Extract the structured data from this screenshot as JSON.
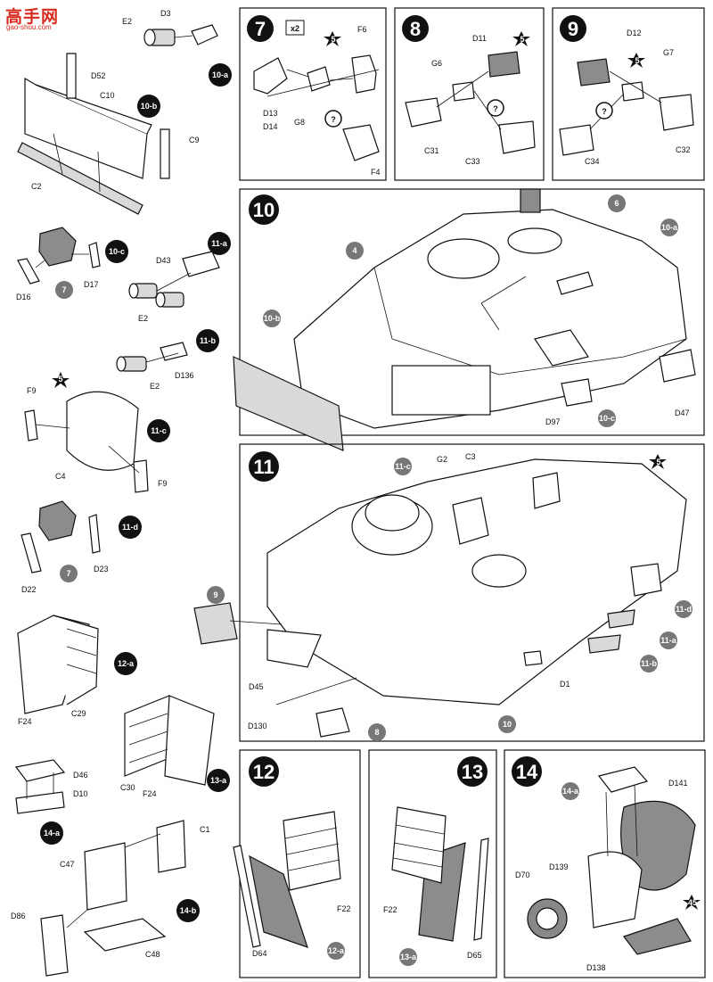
{
  "watermark": {
    "site": "高手网",
    "url": "gao-shou.com"
  },
  "steps": [
    {
      "number": "7"
    },
    {
      "number": "8"
    },
    {
      "number": "9"
    },
    {
      "number": "10"
    },
    {
      "number": "11"
    },
    {
      "number": "12"
    },
    {
      "number": "13"
    },
    {
      "number": "14"
    }
  ],
  "multiplier": "x2",
  "subassemblies": [
    "10-a",
    "10-b",
    "10-c",
    "11-a",
    "11-b",
    "11-c",
    "11-d",
    "12-a",
    "13-a",
    "14-a",
    "14-b"
  ],
  "ref_numbers": [
    "4",
    "6",
    "7",
    "8",
    "9",
    "10",
    "5",
    "45"
  ],
  "parts": {
    "left": [
      "E2",
      "D3",
      "D52",
      "C10",
      "C9",
      "C2",
      "D43",
      "D16",
      "D17",
      "E2",
      "E2",
      "D136",
      "F9",
      "C4",
      "F9",
      "D22",
      "D23",
      "F24",
      "C29",
      "C30",
      "F24",
      "D46",
      "D10",
      "C1",
      "C47",
      "D86",
      "C48"
    ],
    "step7": [
      "F6",
      "D13",
      "D14",
      "G8",
      "F4"
    ],
    "step8": [
      "D11",
      "G6",
      "C31",
      "C33"
    ],
    "step9": [
      "D12",
      "G7",
      "C34",
      "C32"
    ],
    "step10": [
      "D97",
      "D47"
    ],
    "step11": [
      "G2",
      "C3",
      "D45",
      "D130",
      "D1"
    ],
    "step12": [
      "F22",
      "D64"
    ],
    "step13": [
      "F22",
      "D65"
    ],
    "step14": [
      "D141",
      "D70",
      "D139",
      "D138"
    ]
  }
}
